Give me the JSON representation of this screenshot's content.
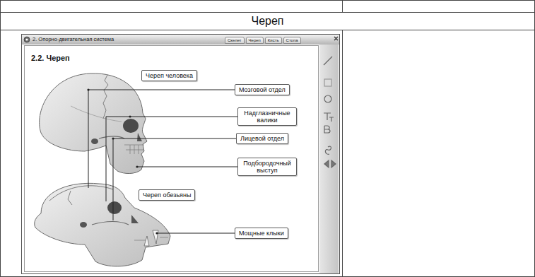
{
  "diagram": {
    "title": "Череп",
    "nodes": [
      {
        "text": [
          "Скелет"
        ]
      },
      {
        "text": [
          "Череп"
        ]
      },
      {
        "text": [
          "Кисть"
        ]
      },
      {
        "text": [
          "Стопа"
        ]
      },
      {
        "text": [
          "Череп человека"
        ]
      },
      {
        "text": [
          "Мозговой отдел"
        ]
      },
      {
        "text": [
          "Надглазничные валики"
        ]
      },
      {
        "text": [
          "Лицевой отдел"
        ]
      },
      {
        "text": [
          "Подбородочный выступ"
        ]
      },
      {
        "text": [
          "Череп обезьяны"
        ]
      },
      {
        "text": [
          "Мощные клыки"
        ]
      }
    ],
    "labels": [
      "2. Опорно-двигательная система",
      "2.2. Череп"
    ]
  }
}
